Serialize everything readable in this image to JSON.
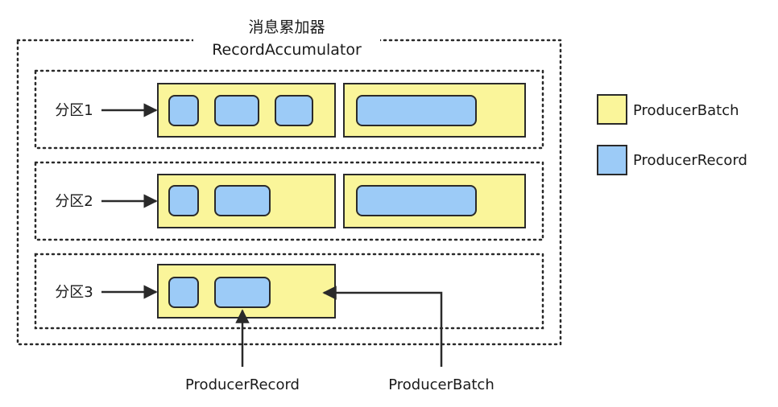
{
  "title": {
    "zh": "消息累加器",
    "en": "RecordAccumulator"
  },
  "partitions": [
    {
      "label": "分区1"
    },
    {
      "label": "分区2"
    },
    {
      "label": "分区3"
    }
  ],
  "legend": {
    "batch": "ProducerBatch",
    "record": "ProducerRecord"
  },
  "callouts": {
    "record": "ProducerRecord",
    "batch": "ProducerBatch"
  },
  "colors": {
    "batch_fill": "#faf59a",
    "record_fill": "#9ccbf7",
    "stroke": "#2a2a2a"
  }
}
